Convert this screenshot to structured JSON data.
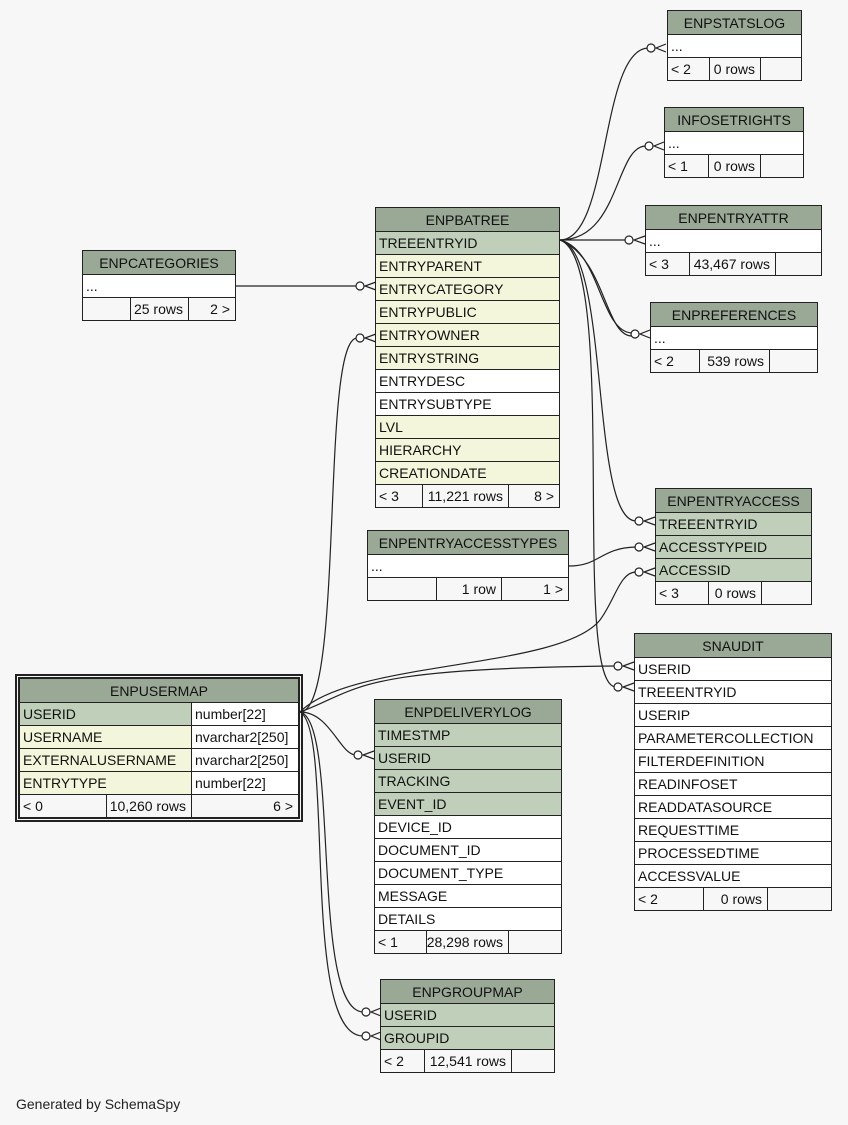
{
  "tables": [
    {
      "name": "ENPSTATSLOG",
      "kind": "collapsed",
      "rows": [
        {
          "label": "...",
          "style": "pl"
        }
      ],
      "footer": {
        "children": "< 2",
        "rows": "0 rows",
        "parents": ""
      }
    },
    {
      "name": "INFOSETRIGHTS",
      "kind": "collapsed",
      "rows": [
        {
          "label": "...",
          "style": "pl"
        }
      ],
      "footer": {
        "children": "< 1",
        "rows": "0 rows",
        "parents": ""
      }
    },
    {
      "name": "ENPENTRYATTR",
      "kind": "collapsed",
      "rows": [
        {
          "label": "...",
          "style": "pl"
        }
      ],
      "footer": {
        "children": "< 3",
        "rows": "43,467 rows",
        "parents": ""
      }
    },
    {
      "name": "ENPREFERENCES",
      "kind": "collapsed",
      "rows": [
        {
          "label": "...",
          "style": "pl"
        }
      ],
      "footer": {
        "children": "< 2",
        "rows": "539 rows",
        "parents": ""
      }
    },
    {
      "name": "ENPCATEGORIES",
      "kind": "collapsed",
      "rows": [
        {
          "label": "...",
          "style": "pl"
        }
      ],
      "footer": {
        "children": "",
        "rows": "25 rows",
        "parents": "2 >"
      }
    },
    {
      "name": "ENPBATREE",
      "kind": "columns",
      "rows": [
        {
          "label": "TREEENTRYID",
          "style": "pk"
        },
        {
          "label": "ENTRYPARENT",
          "style": "fk"
        },
        {
          "label": "ENTRYCATEGORY",
          "style": "fk"
        },
        {
          "label": "ENTRYPUBLIC",
          "style": "fk"
        },
        {
          "label": "ENTRYOWNER",
          "style": "fk"
        },
        {
          "label": "ENTRYSTRING",
          "style": "fk"
        },
        {
          "label": "ENTRYDESC",
          "style": "pl"
        },
        {
          "label": "ENTRYSUBTYPE",
          "style": "pl"
        },
        {
          "label": "LVL",
          "style": "fk"
        },
        {
          "label": "HIERARCHY",
          "style": "fk"
        },
        {
          "label": "CREATIONDATE",
          "style": "fk"
        }
      ],
      "footer": {
        "children": "< 3",
        "rows": "11,221 rows",
        "parents": "8 >"
      }
    },
    {
      "name": "ENPENTRYACCESSTYPES",
      "kind": "collapsed",
      "rows": [
        {
          "label": "...",
          "style": "pl"
        }
      ],
      "footer": {
        "children": "",
        "rows": "1 row",
        "parents": "1 >"
      }
    },
    {
      "name": "ENPENTRYACCESS",
      "kind": "columns",
      "rows": [
        {
          "label": "TREEENTRYID",
          "style": "pk"
        },
        {
          "label": "ACCESSTYPEID",
          "style": "pk"
        },
        {
          "label": "ACCESSID",
          "style": "pk"
        }
      ],
      "footer": {
        "children": "< 3",
        "rows": "0 rows",
        "parents": ""
      }
    },
    {
      "name": "SNAUDIT",
      "kind": "columns",
      "rows": [
        {
          "label": "USERID",
          "style": "pl"
        },
        {
          "label": "TREEENTRYID",
          "style": "pl"
        },
        {
          "label": "USERIP",
          "style": "pl"
        },
        {
          "label": "PARAMETERCOLLECTION",
          "style": "pl"
        },
        {
          "label": "FILTERDEFINITION",
          "style": "pl"
        },
        {
          "label": "READINFOSET",
          "style": "pl"
        },
        {
          "label": "READDATASOURCE",
          "style": "pl"
        },
        {
          "label": "REQUESTTIME",
          "style": "pl"
        },
        {
          "label": "PROCESSEDTIME",
          "style": "pl"
        },
        {
          "label": "ACCESSVALUE",
          "style": "pl"
        }
      ],
      "footer": {
        "children": "< 2",
        "rows": "0 rows",
        "parents": ""
      }
    },
    {
      "name": "ENPUSERMAP",
      "kind": "columns",
      "focus": true,
      "rows": [
        {
          "label": "USERID",
          "style": "pk",
          "type": "number[22]"
        },
        {
          "label": "USERNAME",
          "style": "fk",
          "type": "nvarchar2[250]"
        },
        {
          "label": "EXTERNALUSERNAME",
          "style": "fk",
          "type": "nvarchar2[250]"
        },
        {
          "label": "ENTRYTYPE",
          "style": "fk",
          "type": "number[22]"
        }
      ],
      "footer": {
        "children": "< 0",
        "rows": "10,260 rows",
        "parents": "6 >"
      }
    },
    {
      "name": "ENPDELIVERYLOG",
      "kind": "columns",
      "rows": [
        {
          "label": "TIMESTMP",
          "style": "pk"
        },
        {
          "label": "USERID",
          "style": "pk"
        },
        {
          "label": "TRACKING",
          "style": "pk"
        },
        {
          "label": "EVENT_ID",
          "style": "pk"
        },
        {
          "label": "DEVICE_ID",
          "style": "pl"
        },
        {
          "label": "DOCUMENT_ID",
          "style": "pl"
        },
        {
          "label": "DOCUMENT_TYPE",
          "style": "pl"
        },
        {
          "label": "MESSAGE",
          "style": "pl"
        },
        {
          "label": "DETAILS",
          "style": "pl"
        }
      ],
      "footer": {
        "children": "< 1",
        "rows": "28,298 rows",
        "parents": ""
      }
    },
    {
      "name": "ENPGROUPMAP",
      "kind": "columns",
      "rows": [
        {
          "label": "USERID",
          "style": "pk"
        },
        {
          "label": "GROUPID",
          "style": "pk"
        }
      ],
      "footer": {
        "children": "< 2",
        "rows": "12,541 rows",
        "parents": ""
      }
    }
  ],
  "colors": {
    "header": "#9aa896",
    "primary_key": "#bfcfb9",
    "foreign_key": "#f4f6dc",
    "plain": "#ffffff",
    "background": "#f7f7f7",
    "line": "#222222"
  },
  "footer_note": "Generated by SchemaSpy"
}
